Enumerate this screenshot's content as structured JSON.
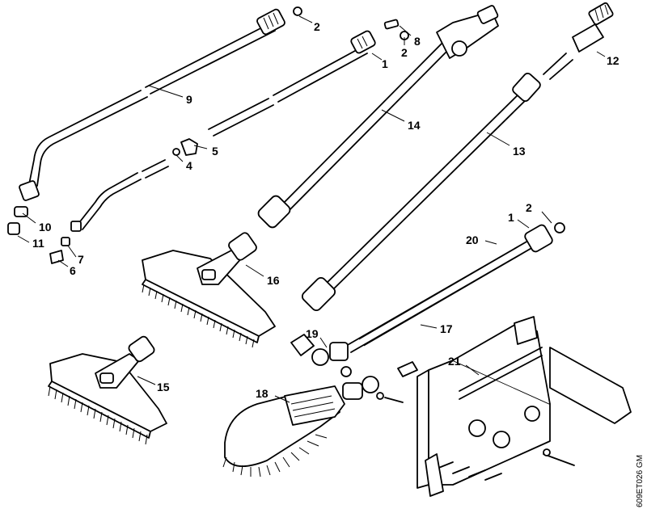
{
  "diagram": {
    "reference_code": "609ET026 GM",
    "callouts": {
      "c1a": "1",
      "c1b": "1",
      "c2a": "2",
      "c2b": "2",
      "c2c": "2",
      "c3": "",
      "c4": "4",
      "c5": "5",
      "c6": "6",
      "c7": "7",
      "c8": "8",
      "c9": "9",
      "c10": "10",
      "c11": "11",
      "c12": "12",
      "c13": "13",
      "c14": "14",
      "c15": "15",
      "c16": "16",
      "c17": "17",
      "c18": "18",
      "c19": "19",
      "c20": "20",
      "c21": "21"
    }
  }
}
